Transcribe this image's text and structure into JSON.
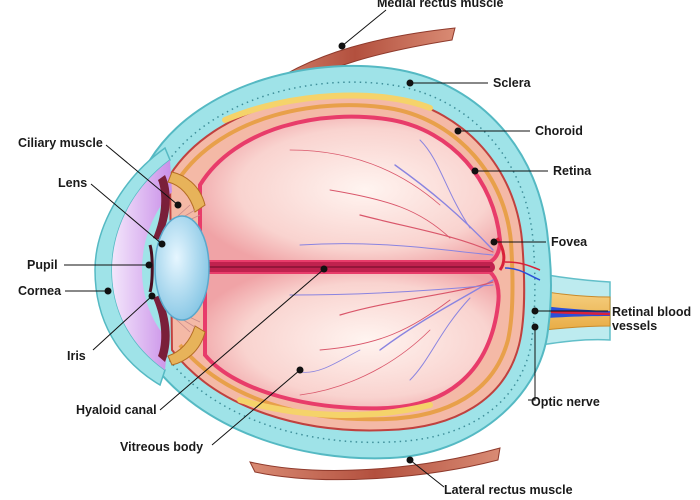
{
  "labels": {
    "medial_rectus": "Medial rectus muscle",
    "sclera": "Sclera",
    "choroid": "Choroid",
    "retina": "Retina",
    "fovea": "Fovea",
    "retinal_vessels": "Retinal blood vessels",
    "optic_nerve": "Optic nerve",
    "lateral_rectus": "Lateral rectus muscle",
    "vitreous_body": "Vitreous body",
    "hyaloid_canal": "Hyaloid canal",
    "iris": "Iris",
    "cornea": "Cornea",
    "pupil": "Pupil",
    "lens": "Lens",
    "ciliary_muscle": "Ciliary muscle"
  },
  "colors": {
    "sclera": "#9fe3e8",
    "choroid": "#e8a04a",
    "retina": "#e83c6a",
    "vitreous": "#f7c9c9",
    "lens": "#a9d8ef",
    "muscle": "#b85a4a",
    "cornea": "#d9a9f0",
    "optic_nerve": "#f0c060",
    "vessels_blue": "#2b4fd8"
  }
}
